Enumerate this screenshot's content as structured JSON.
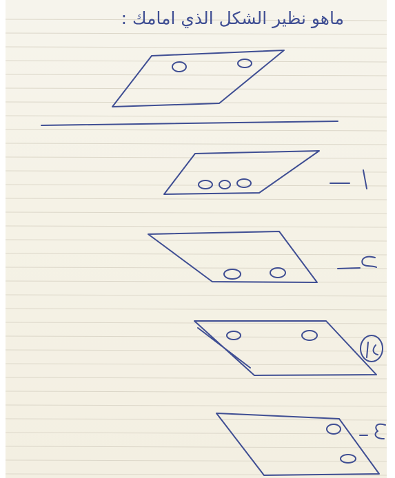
{
  "question": "ماهو نظير الشكل الذي امامك :",
  "options": [
    {
      "label": "١-"
    },
    {
      "label": "٢-"
    },
    {
      "label": "٣-",
      "circled": true
    },
    {
      "label": "٤-"
    }
  ],
  "colors": {
    "ink": "#3f4e93",
    "paper": "#f5f2e6",
    "ruling": "#dcd7c9"
  }
}
